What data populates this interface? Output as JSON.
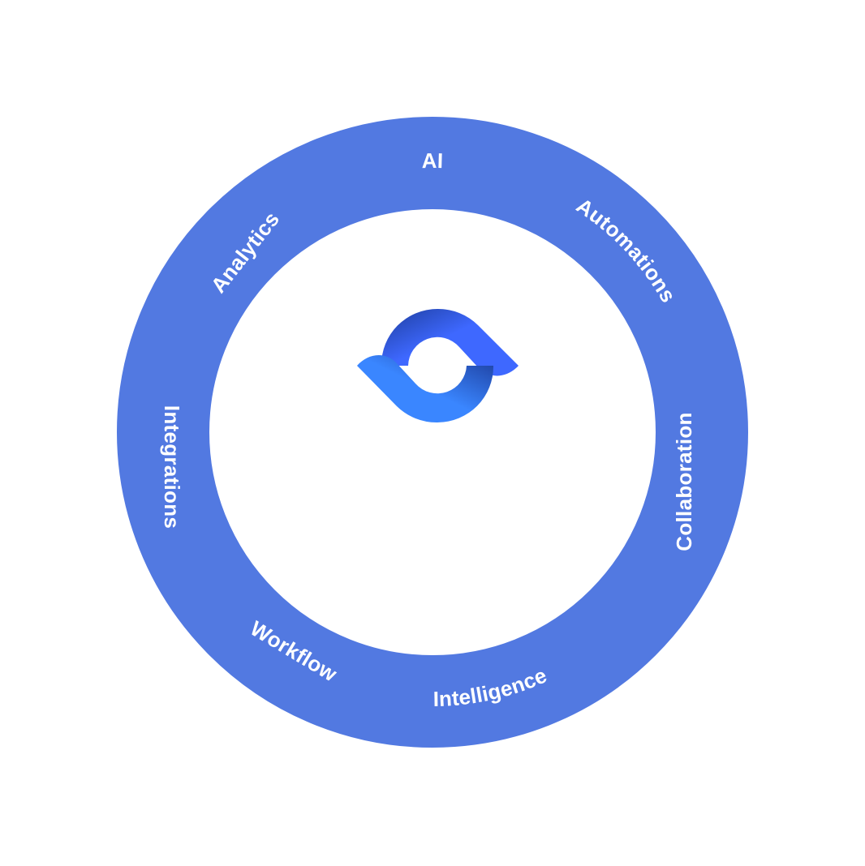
{
  "ring": {
    "color": "#5279e1",
    "labels": [
      "AI",
      "Automations",
      "Collaboration",
      "Intelligence",
      "Workflow",
      "Integrations",
      "Analytics"
    ]
  },
  "logo": {
    "icon": "loop-logo-icon",
    "colors": {
      "dark": "#1d3d9c",
      "mid": "#3e68ff",
      "light": "#3a86ff"
    }
  }
}
